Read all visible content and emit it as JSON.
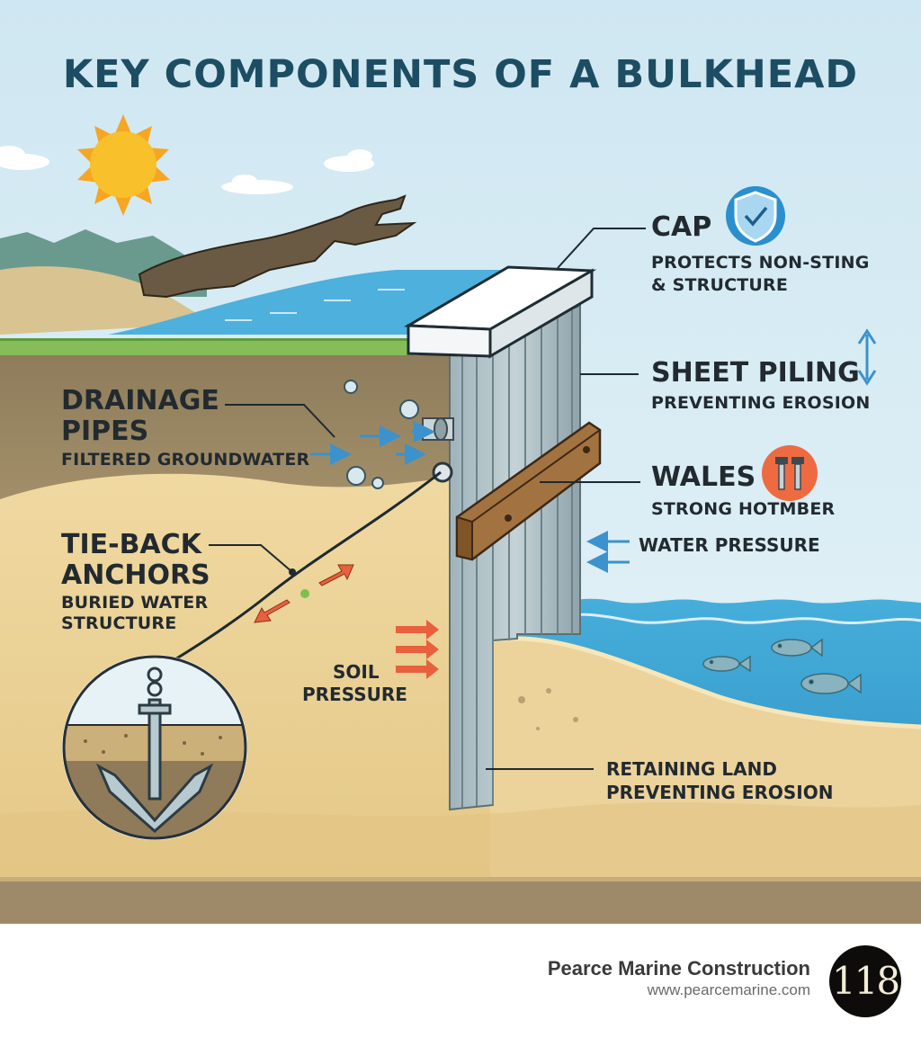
{
  "title": "KEY COMPONENTS OF A BULKHEAD",
  "components": {
    "cap": {
      "heading": "CAP",
      "line1": "PROTECTS NON-STING",
      "line2": "& STRUCTURE",
      "icon": "shield-check-icon"
    },
    "sheet_piling": {
      "heading": "SHEET PILING",
      "desc": "PREVENTING EROSION",
      "icon": "vertical-double-arrow-icon"
    },
    "wales": {
      "heading": "WALES",
      "desc": "STRONG HOTMBER",
      "icon": "bolts-icon"
    },
    "water_pressure": {
      "label": "WATER PRESSURE"
    },
    "drainage_pipes": {
      "heading1": "DRAINAGE",
      "heading2": "PIPES",
      "desc": "FILTERED GROUNDWATER"
    },
    "tie_back_anchors": {
      "heading1": "TIE-BACK",
      "heading2": "ANCHORS",
      "desc1": "BURIED WATER",
      "desc2": "STRUCTURE",
      "icon": "anchor-icon"
    },
    "soil_pressure": {
      "line1": "SOIL",
      "line2": "PRESSURE"
    },
    "retaining_land": {
      "line1": "RETAINING LAND",
      "line2": "PREVENTING EROSION"
    }
  },
  "footer": {
    "company": "Pearce Marine Construction",
    "website": "www.pearcemarine.com",
    "badge": "118"
  },
  "colors": {
    "sky": "#d9eef5",
    "title": "#1d4d63",
    "water": "#3fa6d2",
    "sand": "#e8cf97",
    "soil": "#8a7757",
    "grass": "#86bd58",
    "steel": "#a9bcc2",
    "wood": "#9a6c3c",
    "arrow_red": "#e8603d",
    "arrow_blue": "#3c92cc",
    "icon_blue": "#2a8fcf",
    "icon_orange": "#ee6b42"
  }
}
